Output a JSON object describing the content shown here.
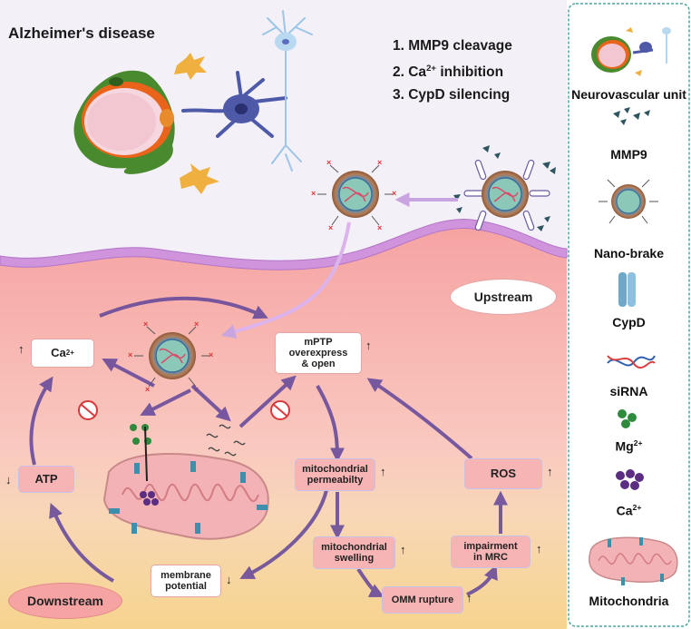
{
  "title": "Alzheimer's disease",
  "steps": [
    {
      "text": "1. MMP9 cleavage",
      "sup": ""
    },
    {
      "text": "2. Ca",
      "sup": "2+",
      "after": " inhibition"
    },
    {
      "text": "3. CypD silencing",
      "sup": ""
    }
  ],
  "regions": {
    "upstream": "Upstream",
    "downstream": "Downstream"
  },
  "nodes": {
    "ca": {
      "text": "Ca",
      "sup": "2+",
      "arrow": "↑"
    },
    "mptp": {
      "line1": "mPTP",
      "line2": "overexpress",
      "line3": "& open",
      "arrow": "↑"
    },
    "atp": {
      "text": "ATP",
      "arrow": "↓"
    },
    "permeability": {
      "line1": "mitochondrial",
      "line2": "permeabilty",
      "arrow": "↑"
    },
    "ros": {
      "text": "ROS",
      "arrow": "↑"
    },
    "swelling": {
      "line1": "mitochondrial",
      "line2": "swelling",
      "arrow": "↑"
    },
    "mrc": {
      "line1": "impairment",
      "line2": "in MRC",
      "arrow": "↑"
    },
    "membrane": {
      "line1": "membrane",
      "line2": "potential",
      "arrow": "↓"
    },
    "omm": {
      "text": "OMM rupture",
      "arrow": "↑"
    }
  },
  "legend": [
    {
      "label": "Neurovascular unit",
      "icon": "neurovascular-unit-icon"
    },
    {
      "label": "MMP9",
      "icon": "mmp9-icon"
    },
    {
      "label": "Nano-brake",
      "icon": "nano-brake-icon"
    },
    {
      "label": "CypD",
      "icon": "cypd-icon"
    },
    {
      "label": "siRNA",
      "icon": "sirna-icon"
    },
    {
      "label": "Mg",
      "sup": "2+",
      "icon": "mg-icon"
    },
    {
      "label": "Ca",
      "sup": "2+",
      "icon": "ca-icon"
    },
    {
      "label": "Mitochondria",
      "icon": "mitochondria-icon"
    }
  ],
  "colors": {
    "top_bg": "#f3eff8",
    "tissue_top": "#f6a4a4",
    "tissue_bottom": "#f7d79a",
    "membrane": "#c88ad6",
    "flow_arrow": "#6a4c9c",
    "legend_border": "#4aa3a3",
    "mito_fill": "#f3b3b6",
    "mg_green": "#2e8b3c",
    "ca_purple": "#5b2d83"
  }
}
